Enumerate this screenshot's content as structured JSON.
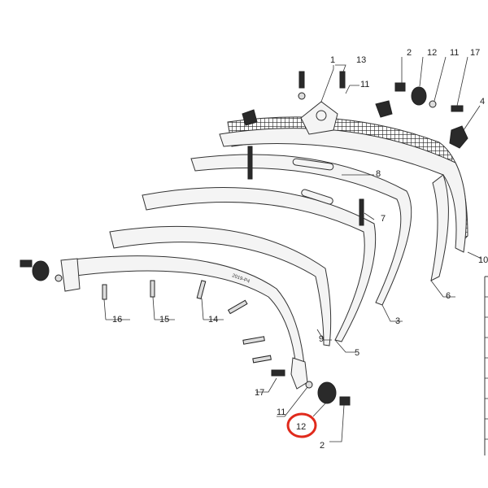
{
  "callouts": {
    "c1": "1",
    "c13": "13",
    "c11_top_left": "11",
    "c2_top": "2",
    "c12_top": "12",
    "c11_top_right": "11",
    "c17_top": "17",
    "c4": "4",
    "c8": "8",
    "c7": "7",
    "c6": "6",
    "c10": "10",
    "c3": "3",
    "c5": "5",
    "c9": "9",
    "c16": "16",
    "c15": "15",
    "c14": "14",
    "c17_bottom": "17",
    "c11_bottom": "11",
    "c12_bottom": "12",
    "c2_bottom": "2"
  },
  "stamp_text": "2019-P4",
  "highlight_color": "#e02a1c"
}
